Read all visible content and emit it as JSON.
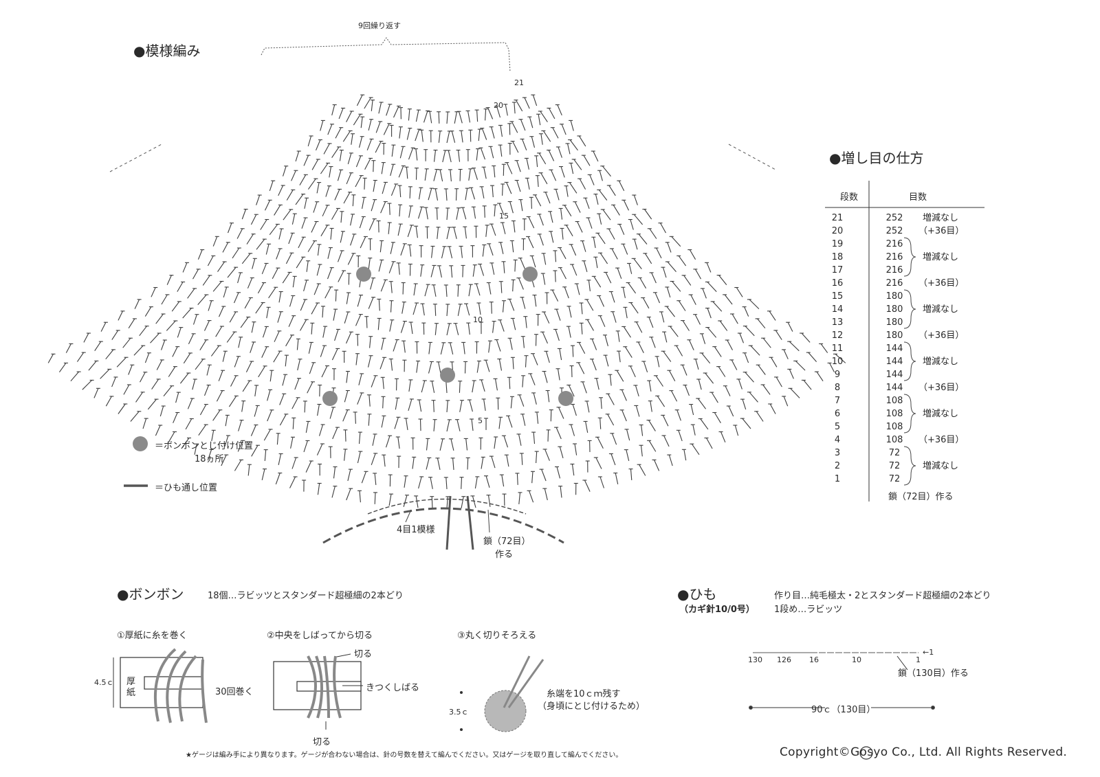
{
  "pattern": {
    "title": "●模様編み",
    "repeat_label": "9回繰り返す",
    "row_numbers": [
      "21",
      "20",
      "15",
      "10",
      "5"
    ],
    "motif_label": "4目1模様",
    "chain_label_1": "鎖（72目）",
    "chain_label_2": "作る"
  },
  "legend": {
    "pompom_text": "＝ボンボンとじ付け位置",
    "pompom_count": "18ヵ所",
    "cord_text": "＝ひも通し位置"
  },
  "increase": {
    "title": "●増し目の仕方",
    "col_rows": "段数",
    "col_stitches": "目数",
    "rows": [
      {
        "row": "21",
        "count": "252",
        "note": "増減なし"
      },
      {
        "row": "20",
        "count": "252",
        "note": "（+36目）"
      },
      {
        "row": "19",
        "count": "216",
        "note": ""
      },
      {
        "row": "18",
        "count": "216",
        "note": "増減なし"
      },
      {
        "row": "17",
        "count": "216",
        "note": ""
      },
      {
        "row": "16",
        "count": "216",
        "note": "（+36目）"
      },
      {
        "row": "15",
        "count": "180",
        "note": ""
      },
      {
        "row": "14",
        "count": "180",
        "note": "増減なし"
      },
      {
        "row": "13",
        "count": "180",
        "note": ""
      },
      {
        "row": "12",
        "count": "180",
        "note": "（+36目）"
      },
      {
        "row": "11",
        "count": "144",
        "note": ""
      },
      {
        "row": "10",
        "count": "144",
        "note": "増減なし"
      },
      {
        "row": "9",
        "count": "144",
        "note": ""
      },
      {
        "row": "8",
        "count": "144",
        "note": "（+36目）"
      },
      {
        "row": "7",
        "count": "108",
        "note": ""
      },
      {
        "row": "6",
        "count": "108",
        "note": "増減なし"
      },
      {
        "row": "5",
        "count": "108",
        "note": ""
      },
      {
        "row": "4",
        "count": "108",
        "note": "（+36目）"
      },
      {
        "row": "3",
        "count": "72",
        "note": ""
      },
      {
        "row": "2",
        "count": "72",
        "note": "増減なし"
      },
      {
        "row": "1",
        "count": "72",
        "note": ""
      }
    ],
    "footer": "鎖（72目）作る"
  },
  "pompom": {
    "title": "●ボンボン",
    "desc": "18個…ラビッツとスタンダード超極細の2本どり",
    "step1": "①厚紙に糸を巻く",
    "step2": "②中央をしばってから切る",
    "step3": "③丸く切りそろえる",
    "dim1": "4.5ｃ",
    "card": "厚紙",
    "wraps": "30回巻く",
    "cut_top": "切る",
    "tie": "きつくしばる",
    "cut_bottom": "切る",
    "dim2": "3.5ｃ",
    "leave1": "糸端を10ｃｍ残す",
    "leave2": "（身頃にとじ付けるため）"
  },
  "cord": {
    "title": "●ひも",
    "hook": "（カギ針10/0号）",
    "desc1": "作り目…純毛極太・2とスタンダード超極細の2本どり",
    "desc2": "1段め…ラビッツ",
    "n130": "130",
    "n126": "126",
    "n16": "16",
    "n10": "10",
    "n1": "1",
    "arrow": "←1",
    "chain": "鎖（130目）作る",
    "length": "90ｃ（130目）"
  },
  "footer": {
    "note": "★ゲージは編み手により異なります。ゲージが合わない場合は、針の号数を替えて編んでください。又はゲージを取り直して編んでください。",
    "copyright": "Copyright©Gosyo Co., Ltd. All Rights Reserved."
  },
  "colors": {
    "ink": "#2a2a2a",
    "pompom": "#8a8a8a",
    "cord": "#555555"
  }
}
